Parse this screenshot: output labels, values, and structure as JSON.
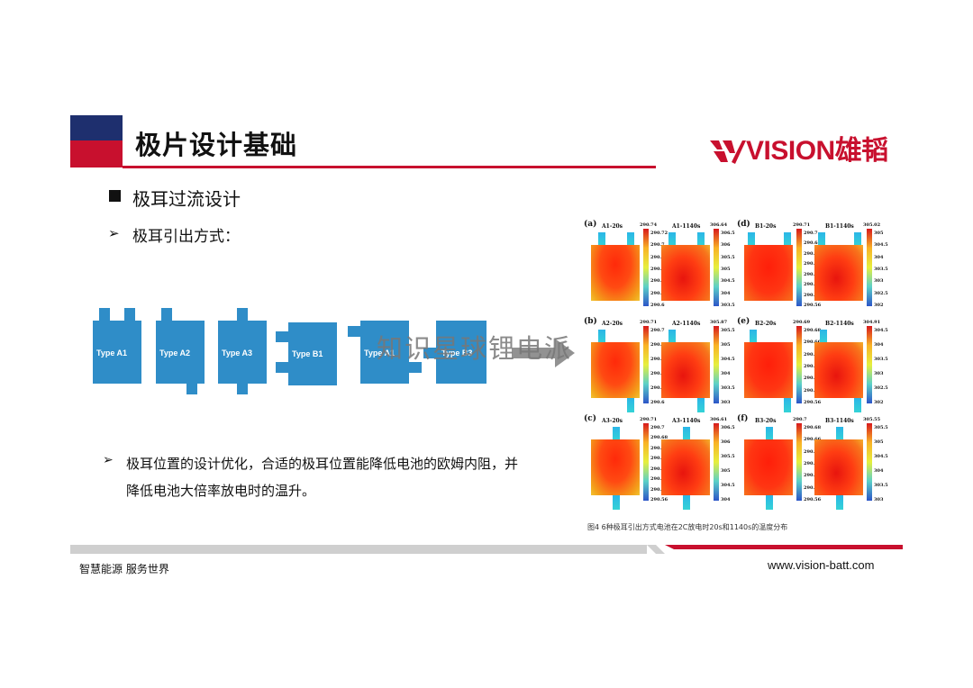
{
  "header": {
    "title": "极片设计基础",
    "brand_color": "#c8102e",
    "navy_color": "#1e2f6e"
  },
  "logo": {
    "text": "VISION雄韬"
  },
  "bullets": {
    "heading": "极耳过流设计",
    "sub1": "极耳引出方式：",
    "sub2_line1": "极耳位置的设计优化，合适的极耳位置能降低电池的欧姆内阻，并",
    "sub2_line2": "降低电池大倍率放电时的温升。"
  },
  "tab_shapes": [
    "Type A1",
    "Type A2",
    "Type A3",
    "Type B1",
    "Type A1",
    "Type B3"
  ],
  "watermark": "知识星球锂电派",
  "figure": {
    "panels": [
      {
        "letter": "(a)",
        "left_title": "A1-20s",
        "right_title": "A1-1140s",
        "left_max": "290.74",
        "right_max": "306.64",
        "left_ticks": [
          "290.72",
          "290.7",
          "290.68",
          "290.66",
          "290.64",
          "290.62",
          "290.6"
        ],
        "right_ticks": [
          "306.5",
          "306",
          "305.5",
          "305",
          "304.5",
          "304",
          "303.5"
        ]
      },
      {
        "letter": "(d)",
        "left_title": "B1-20s",
        "right_title": "B1-1140s",
        "left_max": "290.71",
        "right_max": "305.02",
        "left_ticks": [
          "290.7",
          "290.68",
          "290.66",
          "290.64",
          "290.62",
          "290.6",
          "290.58",
          "290.56"
        ],
        "right_ticks": [
          "305",
          "304.5",
          "304",
          "303.5",
          "303",
          "302.5",
          "302"
        ]
      },
      {
        "letter": "(b)",
        "left_title": "A2-20s",
        "right_title": "A2-1140s",
        "left_max": "290.71",
        "right_max": "305.87",
        "left_ticks": [
          "290.7",
          "290.68",
          "290.66",
          "290.64",
          "290.62",
          "290.6"
        ],
        "right_ticks": [
          "305.5",
          "305",
          "304.5",
          "304",
          "303.5",
          "303"
        ]
      },
      {
        "letter": "(e)",
        "left_title": "B2-20s",
        "right_title": "B2-1140s",
        "left_max": "290.69",
        "right_max": "304.91",
        "left_ticks": [
          "290.68",
          "290.66",
          "290.64",
          "290.62",
          "290.6",
          "290.58",
          "290.56"
        ],
        "right_ticks": [
          "304.5",
          "304",
          "303.5",
          "303",
          "302.5",
          "302"
        ]
      },
      {
        "letter": "(c)",
        "left_title": "A3-20s",
        "right_title": "A3-1140s",
        "left_max": "290.71",
        "right_max": "306.61",
        "left_ticks": [
          "290.7",
          "290.68",
          "290.66",
          "290.64",
          "290.62",
          "290.6",
          "290.58",
          "290.56"
        ],
        "right_ticks": [
          "306.5",
          "306",
          "305.5",
          "305",
          "304.5",
          "304"
        ]
      },
      {
        "letter": "(f)",
        "left_title": "B3-20s",
        "right_title": "B3-1140s",
        "left_max": "290.7",
        "right_max": "305.55",
        "left_ticks": [
          "290.68",
          "290.66",
          "290.64",
          "290.62",
          "290.6",
          "290.58",
          "290.56"
        ],
        "right_ticks": [
          "305.5",
          "305",
          "304.5",
          "304",
          "303.5",
          "303"
        ]
      }
    ],
    "caption": "图4 6种极耳引出方式电池在2C放电时20s和1140s的温度分布"
  },
  "footer": {
    "slogan": "智慧能源 服务世界",
    "url": "www.vision-batt.com"
  }
}
